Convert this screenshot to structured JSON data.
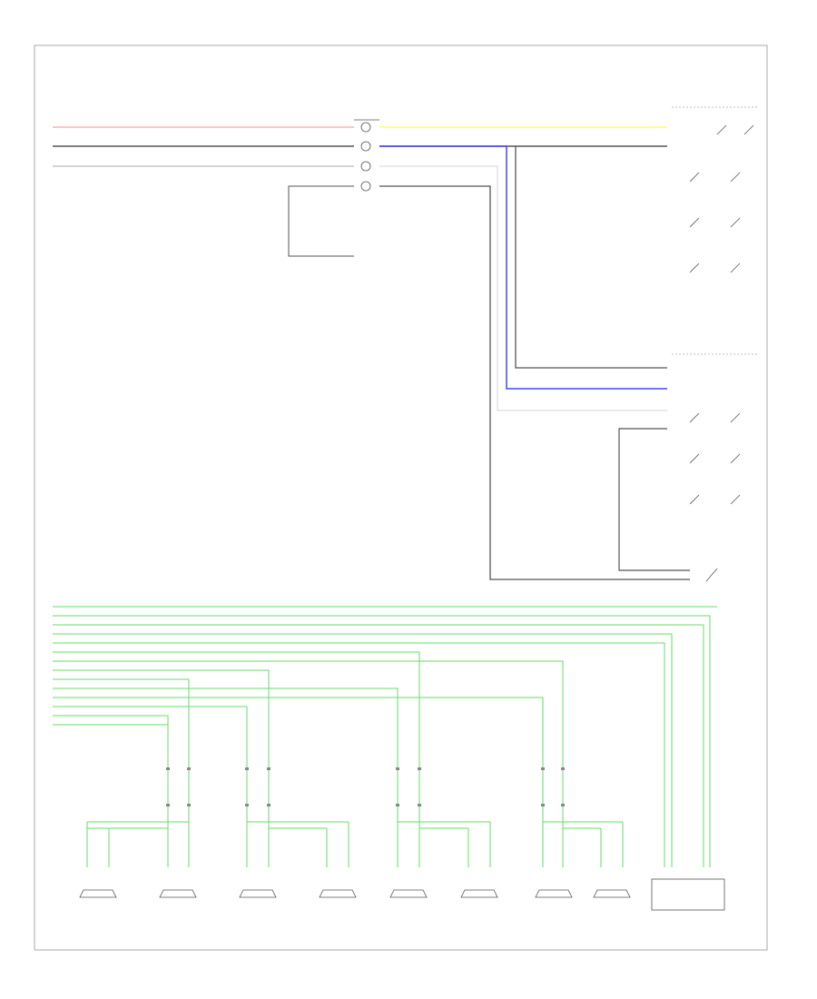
{
  "diagram": {
    "footer_ref": "",
    "colors": {
      "red": "#f4a6a6",
      "black": "#555555",
      "gray": "#bbbbbb",
      "yellow": "#ffff66",
      "blue": "#4444ff",
      "green": "#66dd66",
      "frame": "#aaaaaa",
      "line": "#333333"
    },
    "components": [
      {
        "id": "hub",
        "lines": [
          "",
          "",
          "",
          ""
        ]
      },
      {
        "id": "gnd",
        "lines": [
          "",
          "",
          ""
        ]
      },
      {
        "id": "rsw",
        "lines": [
          "",
          ""
        ]
      },
      {
        "id": "lsw",
        "lines": [
          "",
          ""
        ]
      },
      {
        "id": "mod",
        "lines": [
          "",
          "",
          "",
          "",
          ""
        ]
      },
      {
        "id": "sub",
        "lines": [
          ""
        ]
      }
    ],
    "speakers": [
      {
        "id": "sp1",
        "lines": [
          "",
          ""
        ]
      },
      {
        "id": "sp2",
        "lines": [
          "",
          ""
        ]
      },
      {
        "id": "sp3",
        "lines": [
          "",
          ""
        ]
      },
      {
        "id": "sp4",
        "lines": [
          "",
          ""
        ]
      },
      {
        "id": "sp5",
        "lines": [
          "",
          "",
          ""
        ]
      },
      {
        "id": "sp6",
        "lines": [
          "",
          "",
          ""
        ]
      },
      {
        "id": "sp7",
        "lines": [
          "",
          "",
          ""
        ]
      },
      {
        "id": "sp8",
        "lines": [
          "",
          "",
          ""
        ]
      }
    ]
  }
}
